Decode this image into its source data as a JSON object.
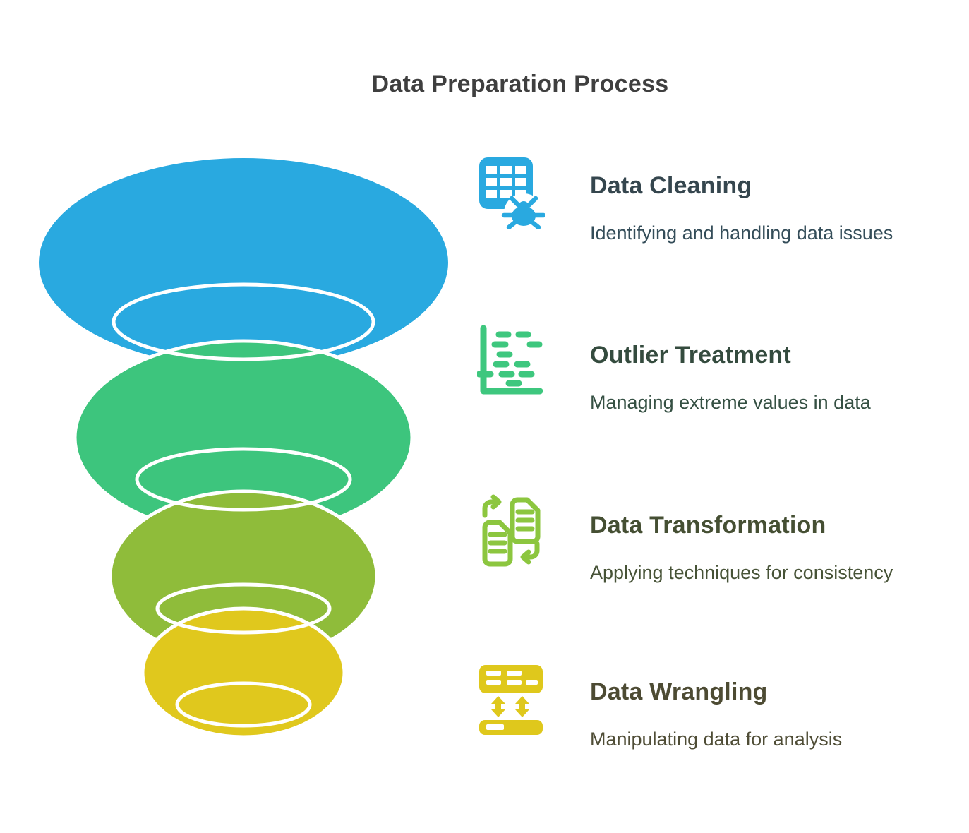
{
  "title": "Data Preparation Process",
  "title_color": "#3f3f3f",
  "background_color": "#ffffff",
  "funnel": {
    "ring_color": "#ffffff",
    "layers": [
      {
        "color": "#29a9e0"
      },
      {
        "color": "#3dc57d"
      },
      {
        "color": "#8fbc3a"
      },
      {
        "color": "#e0c81d"
      }
    ]
  },
  "steps": [
    {
      "icon": "table-bug-icon",
      "icon_color": "#29a9e0",
      "title": "Data Cleaning",
      "title_color": "#35464e",
      "description": "Identifying and handling data issues",
      "description_color": "#344d59"
    },
    {
      "icon": "outlier-chart-icon",
      "icon_color": "#3ec77e",
      "title": "Outlier Treatment",
      "title_color": "#344b3e",
      "description": "Managing extreme values in data",
      "description_color": "#355043"
    },
    {
      "icon": "document-sync-icon",
      "icon_color": "#8cc63f",
      "title": "Data Transformation",
      "title_color": "#454f33",
      "description": "Applying techniques for consistency",
      "description_color": "#475337"
    },
    {
      "icon": "server-sort-icon",
      "icon_color": "#dfc81c",
      "title": "Data Wrangling",
      "title_color": "#4d4b33",
      "description": "Manipulating data for analysis",
      "description_color": "#4f4d36"
    }
  ]
}
